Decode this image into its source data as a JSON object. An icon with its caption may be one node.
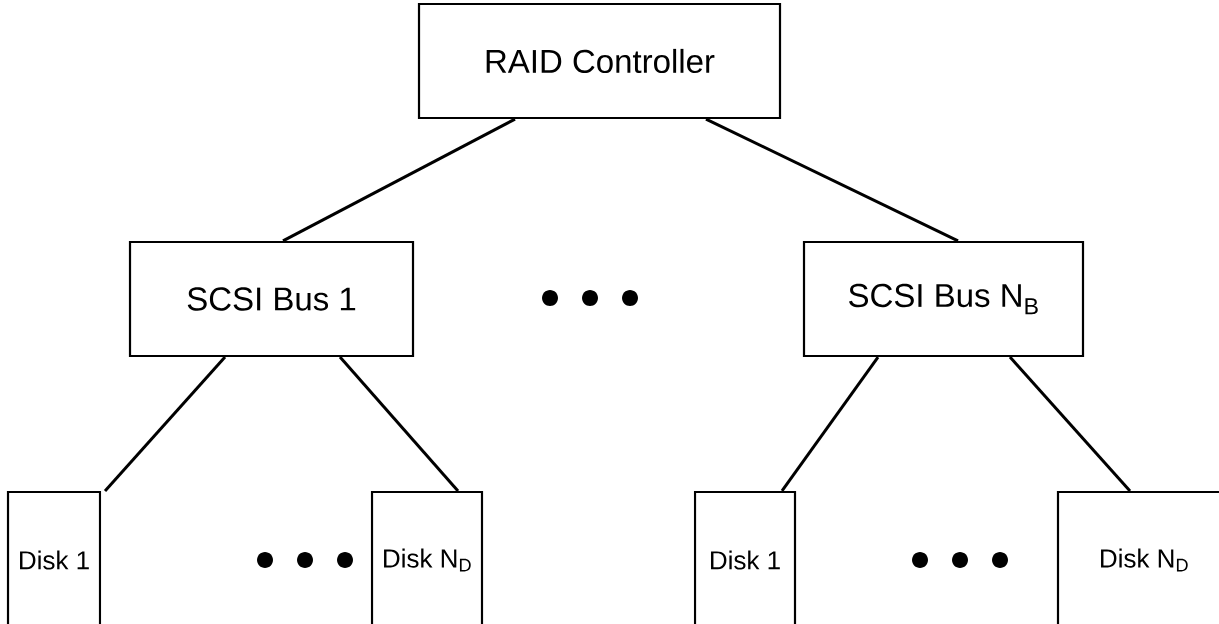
{
  "diagram": {
    "nodes": [
      {
        "text": [
          "RAID Controller"
        ]
      },
      {
        "text": [
          "SCSI Bus 1"
        ]
      },
      {
        "text": [
          "SCSI Bus N$_{B}$"
        ]
      },
      {
        "text": [
          "Disk 1"
        ]
      },
      {
        "text": [
          "Disk N$_{D}$"
        ]
      },
      {
        "text": [
          "Disk 1"
        ]
      },
      {
        "text": [
          "Disk N$_{D}$"
        ]
      }
    ],
    "edges": [
      {
        "from": 0,
        "to": 1,
        "arrow": "none"
      },
      {
        "from": 0,
        "to": 2,
        "arrow": "none"
      },
      {
        "from": 1,
        "to": 3,
        "arrow": "none"
      },
      {
        "from": 1,
        "to": 4,
        "arrow": "none"
      },
      {
        "from": 2,
        "to": 5,
        "arrow": "none"
      },
      {
        "from": 2,
        "to": 6,
        "arrow": "none"
      }
    ]
  }
}
